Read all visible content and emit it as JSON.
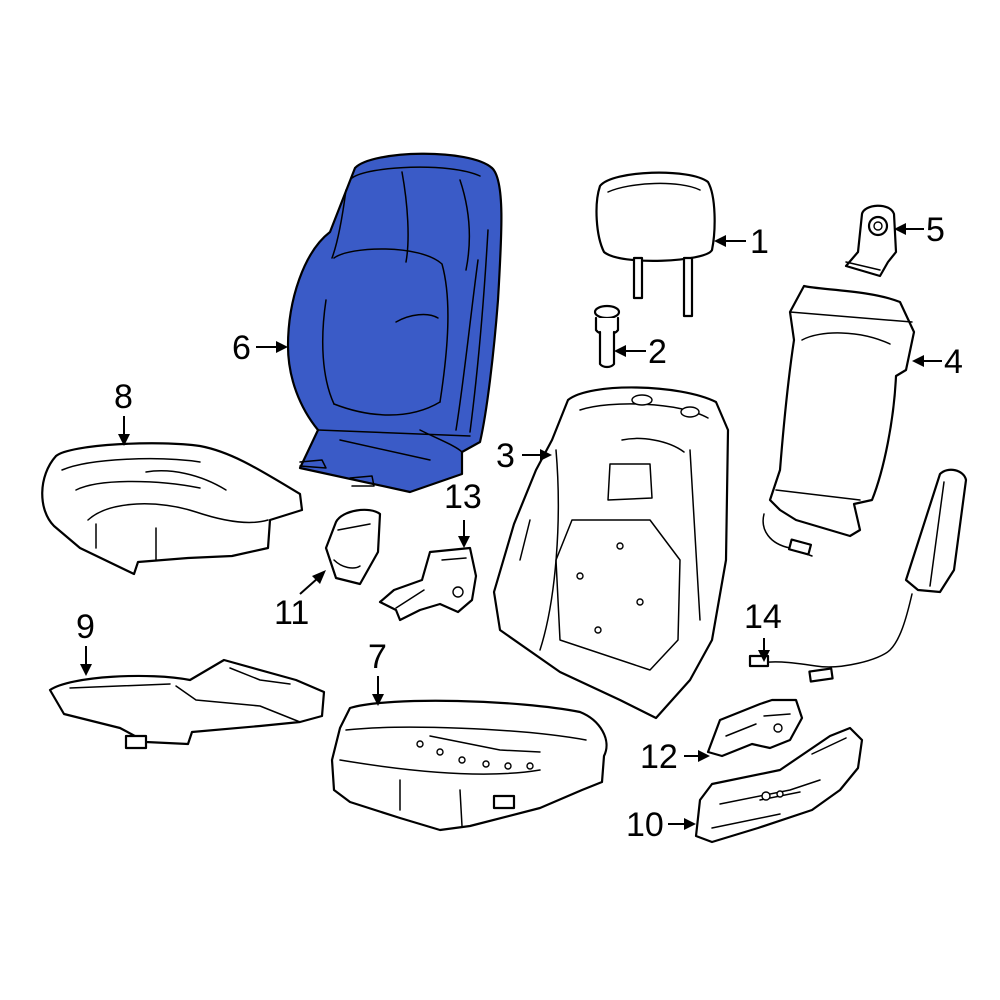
{
  "colors": {
    "background": "#ffffff",
    "line": "#000000",
    "highlight": "#3a5bc7"
  },
  "callouts": {
    "c1": "1",
    "c2": "2",
    "c3": "3",
    "c4": "4",
    "c5": "5",
    "c6": "6",
    "c7": "7",
    "c8": "8",
    "c9": "9",
    "c10": "10",
    "c11": "11",
    "c12": "12",
    "c13": "13",
    "c14": "14"
  },
  "highlighted_part": "6"
}
